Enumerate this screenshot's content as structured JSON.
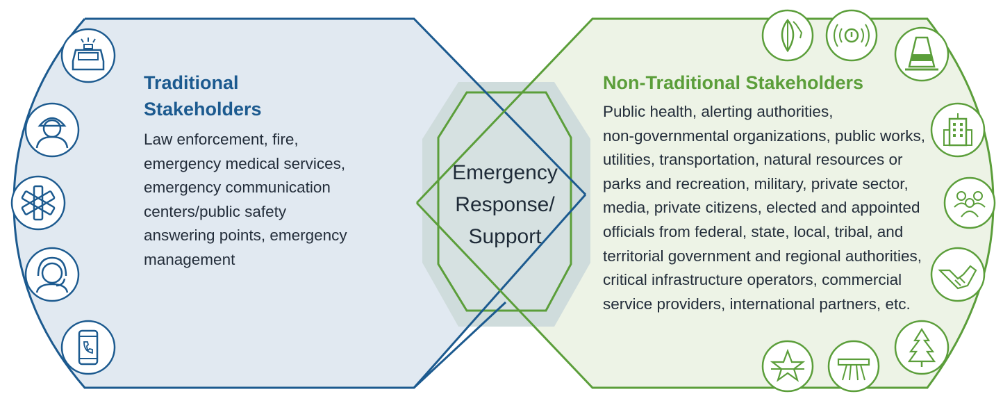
{
  "traditional": {
    "title_lines": [
      "Traditional",
      "Stakeholders"
    ],
    "description_lines": [
      "Law enforcement, fire,",
      "emergency medical services,",
      "emergency communication",
      "centers/public safety",
      "answering points, emergency",
      "management"
    ],
    "icons": [
      "police-car-icon",
      "firefighter-icon",
      "star-of-life-icon",
      "headset-operator-icon",
      "mobile-phone-icon"
    ]
  },
  "center": {
    "lines": [
      "Emergency",
      "Response/",
      "Support"
    ]
  },
  "non_traditional": {
    "title": "Non-Traditional Stakeholders",
    "description_lines": [
      "Public health, alerting authorities,",
      "non-governmental organizations, public works,",
      "utilities, transportation, natural resources or",
      "parks and recreation, military, private sector,",
      "media, private citizens, elected and appointed",
      "officials from federal, state, local, tribal, and",
      "territorial government and regional authorities,",
      "critical infrastructure operators, commercial",
      "service providers, international partners, etc."
    ],
    "icons": [
      "public-health-icon",
      "alert-icon",
      "traffic-cone-icon",
      "building-icon",
      "group-icon",
      "handshake-icon",
      "tree-icon",
      "highway-icon",
      "military-star-icon"
    ]
  },
  "colors": {
    "blue_stroke": "#1c5a8f",
    "blue_fill": "#e1e9f1",
    "green_stroke": "#5b9e3a",
    "green_fill": "#edf3e6",
    "overlap_fill": "#cfddd9",
    "center_fill": "#d9e3e4"
  }
}
